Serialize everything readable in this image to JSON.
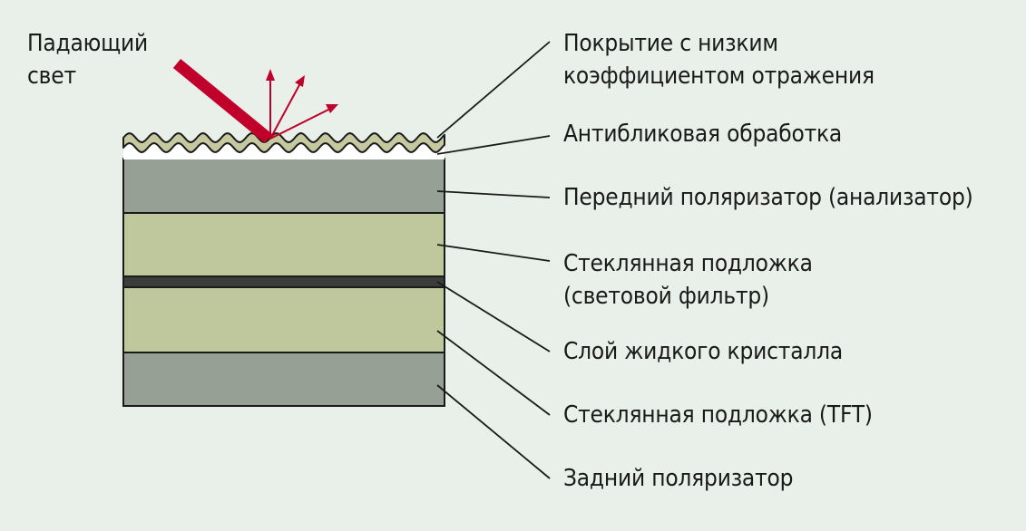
{
  "incident_light": {
    "label": "Падающий\nсвет",
    "beam_color": "#c0002a",
    "reflection_color": "#c0002a"
  },
  "layers": [
    {
      "id": "low-reflection-coating",
      "label": "Покрытие с низким\nкоэффициентом отражения",
      "color": "#c6c99f"
    },
    {
      "id": "anti-glare-treatment",
      "label": "Антибликовая обработка",
      "color": "#ffffff"
    },
    {
      "id": "front-polarizer",
      "label": "Передний поляризатор (анализатор)",
      "color": "#97a094"
    },
    {
      "id": "glass-substrate-color-filter",
      "label": "Стеклянная подложка\n(световой фильтр)",
      "color": "#bfc89d"
    },
    {
      "id": "liquid-crystal-layer",
      "label": "Слой жидкого кристалла",
      "color": "#3a3d3a"
    },
    {
      "id": "glass-substrate-tft",
      "label": "Стеклянная подложка (TFT)",
      "color": "#bfc89d"
    },
    {
      "id": "rear-polarizer",
      "label": "Задний поляризатор",
      "color": "#97a094"
    }
  ],
  "colors": {
    "background": "#e8f0e9",
    "outline": "#1a1a1a",
    "text": "#1a1a1a"
  }
}
